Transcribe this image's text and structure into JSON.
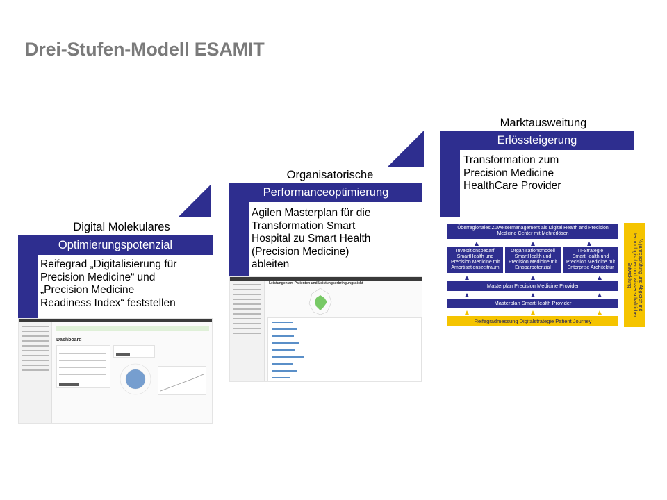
{
  "title": "Drei-Stufen-Modell ESAMIT",
  "colors": {
    "step": "#2e2e8f",
    "accent_yellow": "#f5c400",
    "title_gray": "#7a7a7a"
  },
  "steps": [
    {
      "label": "Digital Molekulares",
      "bar": "Optimierungspotenzial",
      "text_lines": [
        "Reifegrad „Digitalisierung für",
        "Precision Medicine“ und",
        "„Precision Medicine",
        "Readiness Index“ feststellen"
      ]
    },
    {
      "label": "Organisatorische",
      "bar": "Performanceoptimierung",
      "text_lines": [
        "Agilen Masterplan für die",
        "Transformation Smart",
        "Hospital zu Smart Health",
        "(Precision Medicine)",
        "ableiten"
      ]
    },
    {
      "label": "Marktausweitung",
      "bar": "Erlössteigerung",
      "text_lines": [
        "Transformation zum",
        "Precision Medicine",
        "HealthCare Provider"
      ]
    }
  ],
  "shot1": {
    "heading": "Dashboard"
  },
  "shot2": {
    "heading": "Leistungen am Patienten und Leistungserbringungssicht"
  },
  "flow": {
    "top": "Überregionales Zuweisermanagement als Digital Health and Precision Medicine Center mit Mehrerlösen",
    "mid": [
      "Investitionsbedarf SmartHealth und Precision Medicine mit Amortisationszeitraum",
      "Organisationsmodell SmartHealth und Precision Medicine mit Einsparpotenzial",
      "IT-Strategie SmartHealth und Precision Medicine mit Enterprise Architektur"
    ],
    "masterplan_pm": "Masterplan Precision Medicine Provider",
    "masterplan_sh": "Masterplan SmartHealth Provider",
    "reifegrad": "Reifegradmessung Digitalstrategie Patient Journey",
    "side": "¼-jahresprüfung und Abgleich mit technologischer und wissenschaftlicher Entwicklung"
  }
}
